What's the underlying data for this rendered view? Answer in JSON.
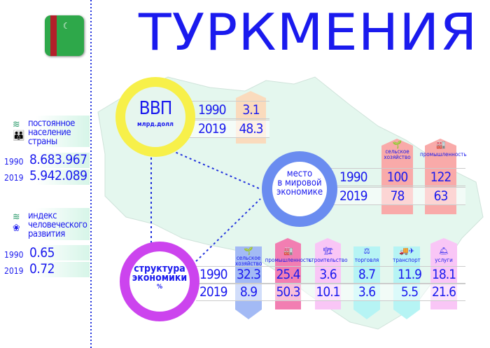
{
  "title": "ТУРКМЕНИЯ",
  "colors": {
    "text": "#1a1aee",
    "gdp_ring": "#f7f04a",
    "place_ring": "#6a8cf0",
    "structure_ring": "#cc44ee",
    "map": "#e4f7ee"
  },
  "left": {
    "population": {
      "label": [
        "постоянное",
        "население",
        "страны"
      ],
      "rows": [
        {
          "year": "1990",
          "value": "8.683.967"
        },
        {
          "year": "2019",
          "value": "5.942.089"
        }
      ]
    },
    "hdi": {
      "label": [
        "индекс",
        "человеческого",
        "развития"
      ],
      "rows": [
        {
          "year": "1990",
          "value": "0.65"
        },
        {
          "year": "2019",
          "value": "0.72"
        }
      ]
    }
  },
  "gdp": {
    "title": "ВВП",
    "unit": "млрд.долл",
    "rows": [
      {
        "year": "1990",
        "value": "3.1"
      },
      {
        "year": "2019",
        "value": "48.3"
      }
    ]
  },
  "place": {
    "title": [
      "место",
      "в мировой",
      "экономике"
    ],
    "years": [
      "1990",
      "2019"
    ],
    "columns": [
      {
        "label": [
          "сельское",
          "хозяйство"
        ],
        "v1990": "100",
        "v2019": "78"
      },
      {
        "label": [
          "промышленность"
        ],
        "v1990": "122",
        "v2019": "63"
      }
    ]
  },
  "structure": {
    "title": [
      "структура",
      "экономики"
    ],
    "unit": "%",
    "years": [
      "1990",
      "2019"
    ],
    "columns": [
      {
        "label": [
          "сельское",
          "хозяйство"
        ],
        "v1990": "32.3",
        "v2019": "8.9"
      },
      {
        "label": [
          "промышленность"
        ],
        "v1990": "25.4",
        "v2019": "50.3"
      },
      {
        "label": [
          "строительство"
        ],
        "v1990": "3.6",
        "v2019": "10.1"
      },
      {
        "label": [
          "торговля"
        ],
        "v1990": "8.7",
        "v2019": "3.6"
      },
      {
        "label": [
          "транспорт"
        ],
        "v1990": "11.9",
        "v2019": "5.5"
      },
      {
        "label": [
          "услуги"
        ],
        "v1990": "18.1",
        "v2019": "21.6"
      }
    ]
  }
}
